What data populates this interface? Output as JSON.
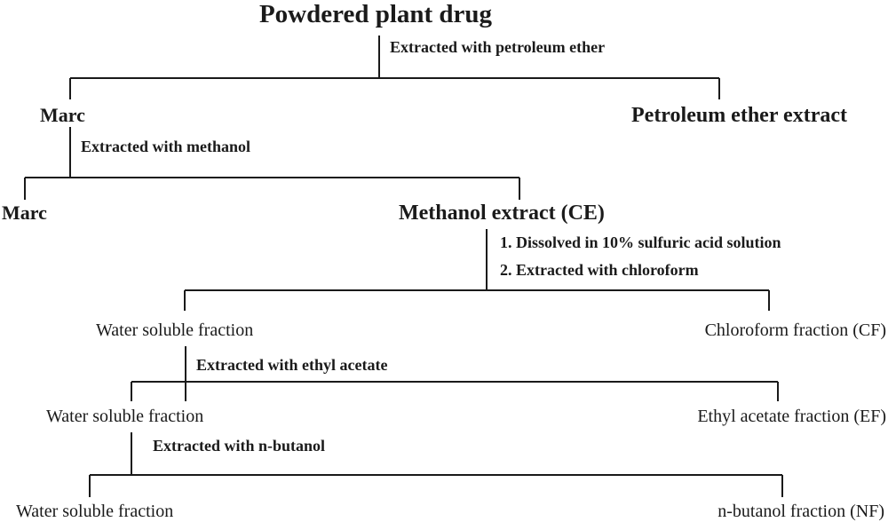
{
  "nodes": {
    "root": "Powdered plant drug",
    "marc_1": "Marc",
    "petroleum_ether_extract": "Petroleum ether extract",
    "marc_2": "Marc",
    "methanol_extract": "Methanol extract (CE)",
    "water_soluble_1": "Water soluble fraction",
    "chloroform_fraction": "Chloroform fraction (CF)",
    "water_soluble_2": "Water soluble fraction",
    "ethyl_acetate_fraction": "Ethyl acetate fraction (EF)",
    "water_soluble_3": "Water soluble fraction",
    "n_butanol_fraction": "n-butanol fraction (NF)"
  },
  "steps": {
    "petroleum_ether": "Extracted with petroleum ether",
    "methanol": "Extracted with methanol",
    "sulfuric_acid": "1. Dissolved in 10% sulfuric acid solution",
    "chloroform": "2. Extracted with chloroform",
    "ethyl_acetate": "Extracted with ethyl acetate",
    "n_butanol": "Extracted with n-butanol"
  }
}
